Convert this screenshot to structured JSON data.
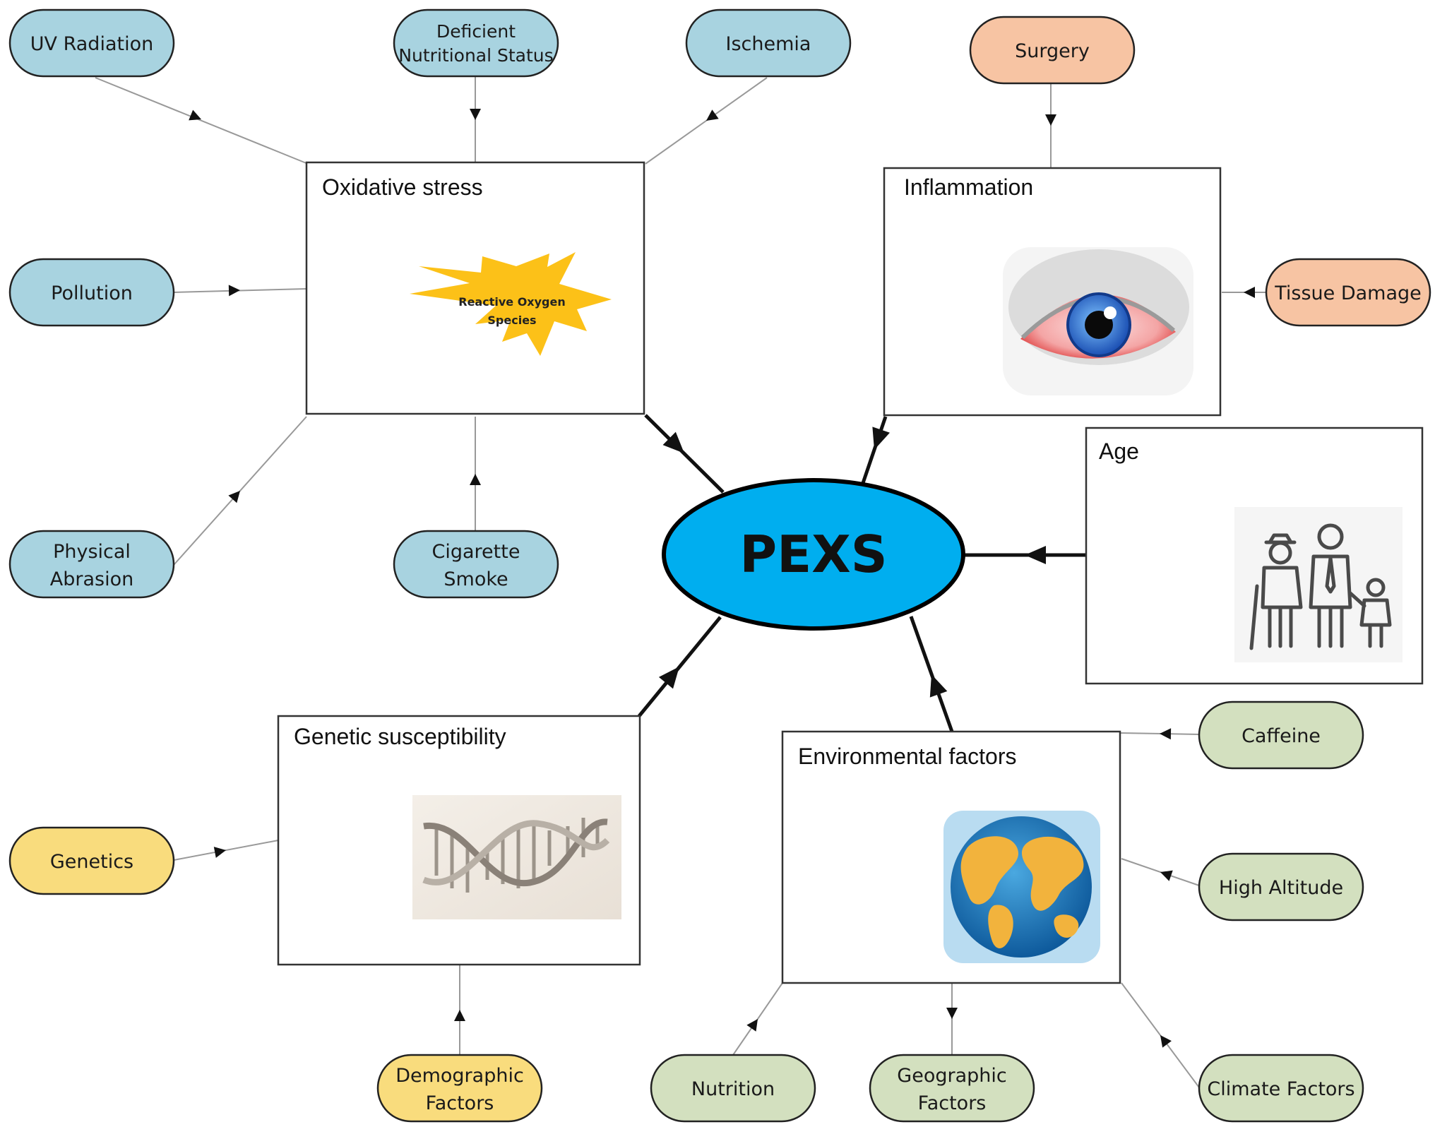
{
  "center": {
    "label": "PEXS"
  },
  "boxes": {
    "oxidative": {
      "title": "Oxidative stress",
      "inner_label_1": "Reactive Oxygen",
      "inner_label_2": "Species"
    },
    "inflammation": {
      "title": "Inflammation"
    },
    "age": {
      "title": "Age"
    },
    "genetic": {
      "title": "Genetic susceptibility"
    },
    "environmental": {
      "title": "Environmental factors"
    }
  },
  "factors": {
    "uv": {
      "line1": "UV Radiation"
    },
    "nutritional": {
      "line1": "Deficient",
      "line2": "Nutritional Status"
    },
    "ischemia": {
      "line1": "Ischemia"
    },
    "pollution": {
      "line1": "Pollution"
    },
    "physical": {
      "line1": "Physical",
      "line2": "Abrasion"
    },
    "cigarette": {
      "line1": "Cigarette",
      "line2": "Smoke"
    },
    "surgery": {
      "line1": "Surgery"
    },
    "tissue": {
      "line1": "Tissue Damage"
    },
    "genetics": {
      "line1": "Genetics"
    },
    "demographic": {
      "line1": "Demographic",
      "line2": "Factors"
    },
    "caffeine": {
      "line1": "Caffeine"
    },
    "altitude": {
      "line1": "High Altitude"
    },
    "nutrition": {
      "line1": "Nutrition"
    },
    "geographic": {
      "line1": "Geographic",
      "line2": "Factors"
    },
    "climate": {
      "line1": "Climate Factors"
    }
  },
  "colors": {
    "oxidative_group": "#a8d3e0",
    "inflammation_group": "#f7c4a3",
    "genetic_group": "#f9dc7d",
    "environmental_group": "#d3e0bf",
    "center_fill": "#00aeef",
    "ros_burst": "#fcc118"
  },
  "icons": {
    "oxidative": "reactive-oxygen-burst-icon",
    "inflammation": "red-eye-icon",
    "age": "family-generations-icon",
    "genetic": "dna-helix-icon",
    "environmental": "globe-icon"
  }
}
